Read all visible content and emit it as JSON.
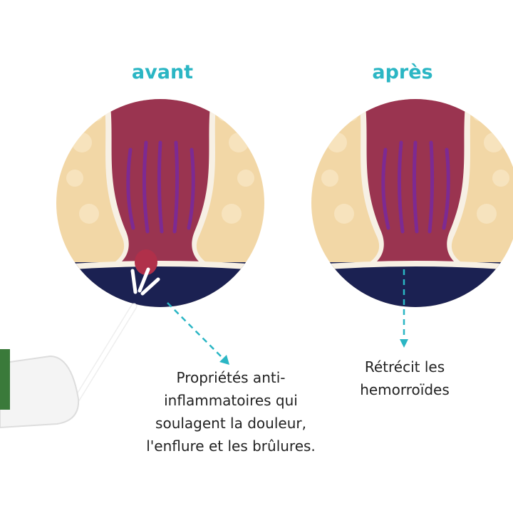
{
  "before": {
    "title": "avant",
    "caption_lines": [
      "Propriétés anti-",
      "inflammatoires qui",
      "soulagent la douleur,",
      "l'enflure et les brûlures."
    ]
  },
  "after": {
    "title": "après",
    "caption_lines": [
      "Rétrécit les",
      "hemorroïdes"
    ]
  },
  "colors": {
    "accent": "#2bb6c4",
    "skin": "#f2d7a6",
    "tissue": "#9a3450",
    "vein": "#7a2a9a",
    "dark": "#1b2152"
  }
}
